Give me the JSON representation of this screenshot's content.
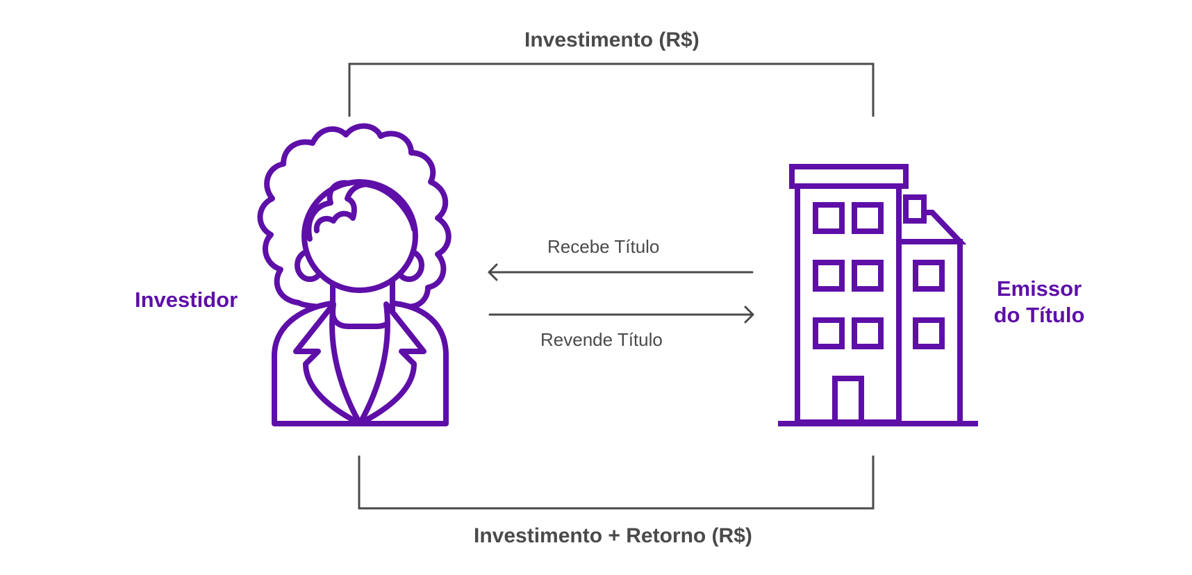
{
  "flow": {
    "top_label": "Investimento (R$)",
    "bottom_label": "Investimento + Retorno (R$)",
    "receive_label": "Recebe Título",
    "resell_label": "Revende Título"
  },
  "actors": {
    "investor": {
      "label": "Investidor",
      "icon": "investor-woman-icon"
    },
    "issuer": {
      "label_line1": "Emissor",
      "label_line2": "do Título",
      "icon": "building-icon"
    }
  },
  "colors": {
    "accent": "#5e0fa8",
    "line": "#4a4a4a",
    "background": "#ffffff"
  }
}
